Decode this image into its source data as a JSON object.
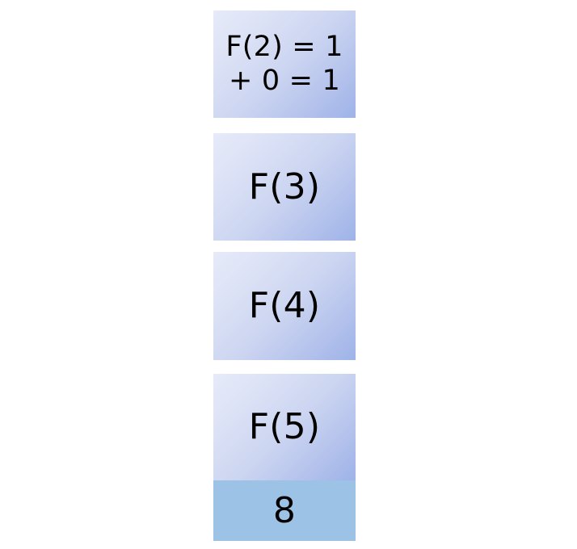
{
  "diagram": {
    "kind": "call-stack-diagram",
    "background_color": "#ffffff",
    "frame_gradient_start": "#e6eaf9",
    "frame_gradient_end": "#9eb3e8",
    "result_fill_color": "#9cc3e5",
    "text_color": "#000000",
    "frames": [
      {
        "id": "f2",
        "lines": [
          "F(2) = 1",
          "+ 0 = 1"
        ],
        "line1": "F(2) = 1",
        "line2": "+ 0 = 1",
        "fill": "gradient"
      },
      {
        "id": "f3",
        "lines": [
          "F(3)"
        ],
        "line1": "F(3)",
        "fill": "gradient"
      },
      {
        "id": "f4",
        "lines": [
          "F(4)"
        ],
        "line1": "F(4)",
        "fill": "gradient"
      },
      {
        "id": "f5",
        "lines": [
          "F(5)"
        ],
        "line1": "F(5)",
        "fill": "gradient"
      },
      {
        "id": "result",
        "lines": [
          "8"
        ],
        "line1": "8",
        "fill": "solid"
      }
    ]
  }
}
